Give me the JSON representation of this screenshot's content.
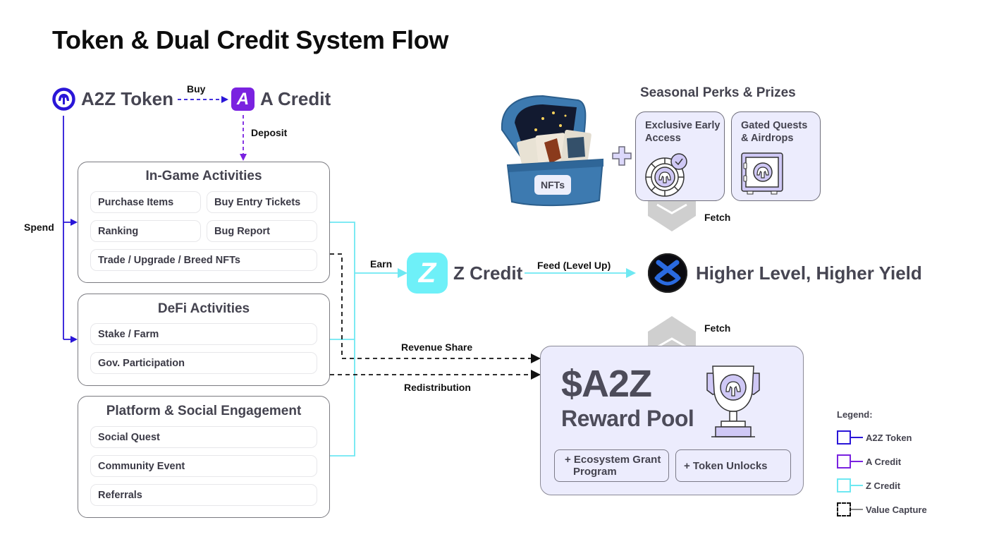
{
  "title": "Token & Dual Credit System Flow",
  "colors": {
    "a2z_token": "#2a16d8",
    "a_credit": "#7a22e0",
    "z_credit": "#6ee8f2",
    "value_capture": "#111111",
    "fetch_arrow": "#cfcfcf",
    "card_fill": "#ececfd",
    "text_dark": "#44434f"
  },
  "nodes": {
    "a2z_token": {
      "label": "A2Z Token",
      "icon": "a2z-helmet-icon"
    },
    "a_credit": {
      "label": "A Credit",
      "icon": "a-credit-icon",
      "glyph": "A"
    },
    "z_credit": {
      "label": "Z Credit",
      "icon": "z-credit-icon",
      "glyph": "Z"
    },
    "higher_level": {
      "label": "Higher Level, Higher Yield",
      "icon": "level-badge-icon"
    }
  },
  "flows": {
    "buy": "Buy",
    "deposit": "Deposit",
    "spend": "Spend",
    "earn": "Earn",
    "feed": "Feed (Level Up)",
    "fetch_top": "Fetch",
    "fetch_bottom": "Fetch",
    "revenue_share": "Revenue Share",
    "redistribution": "Redistribution"
  },
  "groups": {
    "in_game": {
      "title": "In-Game Activities",
      "items": [
        "Purchase Items",
        "Buy Entry Tickets",
        "Ranking",
        "Bug Report",
        "Trade / Upgrade / Breed NFTs"
      ]
    },
    "defi": {
      "title": "DeFi Activities",
      "items": [
        "Stake / Farm",
        "Gov. Participation"
      ]
    },
    "platform": {
      "title": "Platform & Social Engagement",
      "items": [
        "Social Quest",
        "Community Event",
        "Referrals"
      ]
    }
  },
  "seasonal": {
    "title": "Seasonal Perks & Prizes",
    "nft_label": "NFTs",
    "plus": "+",
    "cards": [
      {
        "label_lines": [
          "Exclusive Early",
          "Access"
        ],
        "icon": "verified-chip-icon"
      },
      {
        "label_lines": [
          "Gated Quests",
          "& Airdrops"
        ],
        "icon": "vault-safe-icon"
      }
    ]
  },
  "reward_pool": {
    "ticker": "$A2Z",
    "title": "Reward Pool",
    "icon": "trophy-icon",
    "sources": [
      {
        "lines": [
          "+ Ecosystem Grant",
          "Program"
        ]
      },
      {
        "lines": [
          "+ Token Unlocks"
        ]
      }
    ]
  },
  "legend": {
    "title": "Legend:",
    "items": [
      {
        "label": "A2Z Token",
        "color": "#2a16d8",
        "style": "solid"
      },
      {
        "label": "A Credit",
        "color": "#7a22e0",
        "style": "solid"
      },
      {
        "label": "Z Credit",
        "color": "#6ee8f2",
        "style": "solid"
      },
      {
        "label": "Value Capture",
        "color": "#111111",
        "style": "dashed"
      }
    ]
  }
}
